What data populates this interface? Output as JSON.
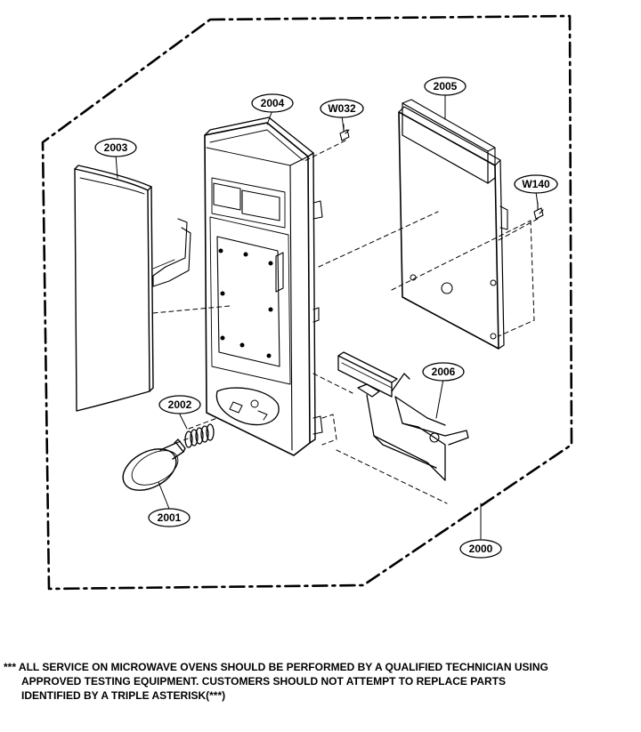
{
  "diagram": {
    "part_labels": {
      "p2000": "2000",
      "p2001": "2001",
      "p2002": "2002",
      "p2003": "2003",
      "p2004": "2004",
      "p2005": "2005",
      "p2006": "2006",
      "w032": "W032",
      "w140": "W140"
    }
  },
  "footnote": {
    "line1": "*** ALL SERVICE ON MICROWAVE OVENS SHOULD BE PERFORMED BY A QUALIFIED TECHNICIAN USING",
    "line2": "APPROVED TESTING EQUIPMENT. CUSTOMERS SHOULD NOT ATTEMPT TO REPLACE PARTS",
    "line3": "IDENTIFIED BY A TRIPLE ASTERISK(***)"
  }
}
